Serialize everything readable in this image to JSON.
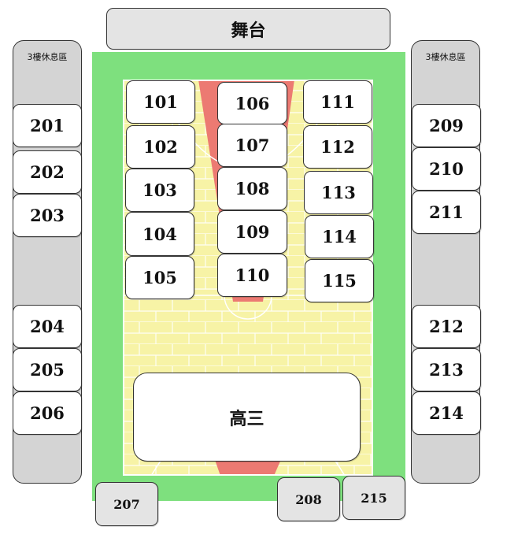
{
  "stage": {
    "label": "舞台"
  },
  "lounge": {
    "left_label": "3樓休息區",
    "right_label": "3樓休息區"
  },
  "court_sections": {
    "left_column": [
      "101",
      "102",
      "103",
      "104",
      "105"
    ],
    "middle_column": [
      "106",
      "107",
      "108",
      "109",
      "110"
    ],
    "right_column": [
      "111",
      "112",
      "113",
      "114",
      "115"
    ]
  },
  "senior_block": {
    "label": "高三"
  },
  "side_sections": {
    "left_upper": [
      "201",
      "202",
      "203"
    ],
    "left_lower": [
      "204",
      "205",
      "206"
    ],
    "right_upper": [
      "209",
      "210",
      "211"
    ],
    "right_lower": [
      "212",
      "213",
      "214"
    ]
  },
  "bottom_sections": {
    "left": "207",
    "middle": "208",
    "right": "215"
  },
  "colors": {
    "field_green": "#7ee07e",
    "court_yellow": "#f7f3a6",
    "key_red": "#ec7a72",
    "lounge_gray": "#d4d4d4",
    "box_gray": "#e4e4e4"
  }
}
